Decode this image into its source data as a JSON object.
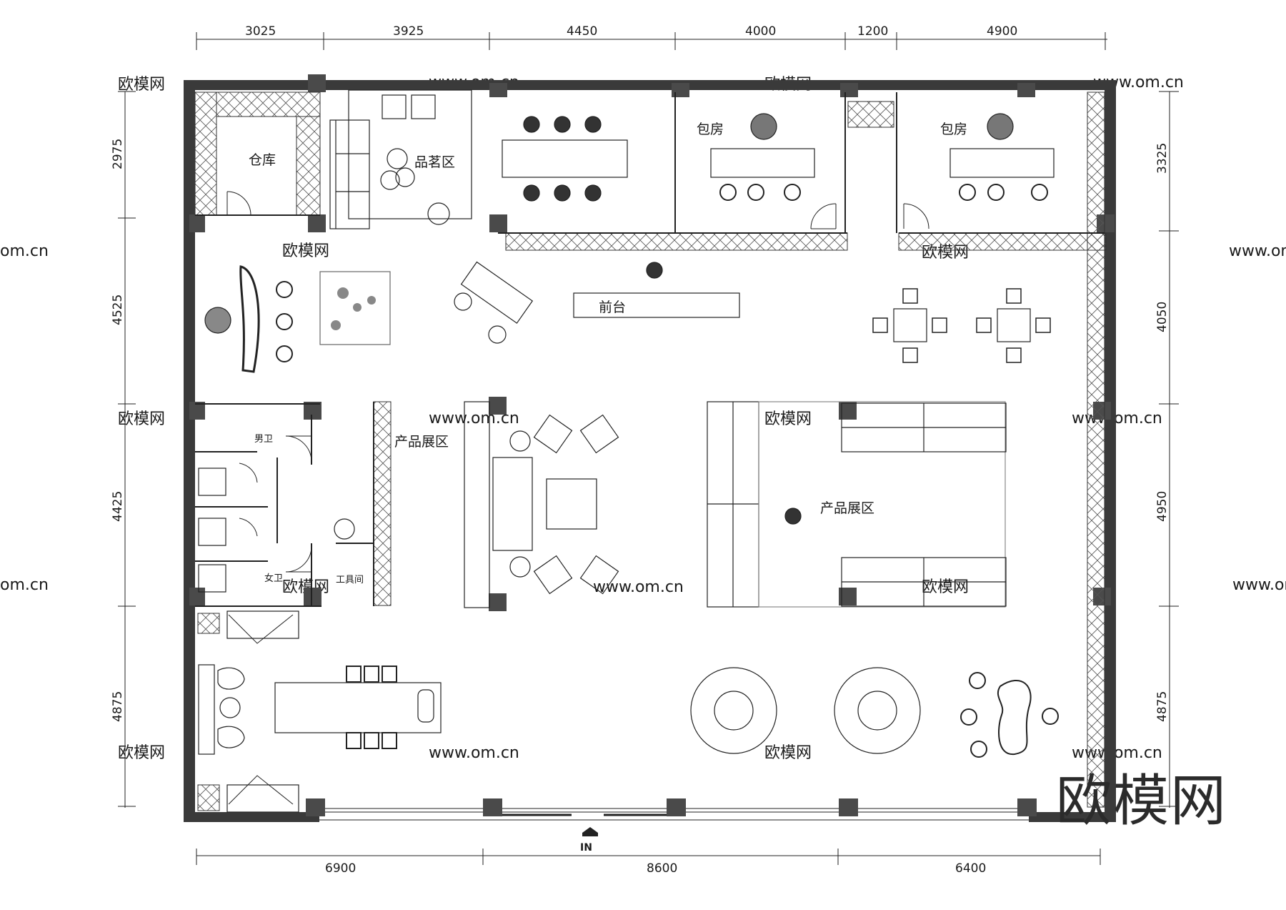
{
  "drawing": {
    "dimensions_top": [
      "3025",
      "3925",
      "4450",
      "4000",
      "1200",
      "4900"
    ],
    "dimensions_bottom": [
      "6900",
      "8600",
      "6400"
    ],
    "dimensions_left": [
      "2975",
      "4525",
      "4425",
      "4875"
    ],
    "dimensions_right": [
      "3325",
      "4050",
      "4950",
      "4875"
    ],
    "rooms": {
      "warehouse": "仓库",
      "tea_area": "品茗区",
      "private_room_1": "包房",
      "private_room_2": "包房",
      "reception": "前台",
      "product_display_left": "产品展区",
      "product_display_right": "产品展区",
      "mens_restroom": "男卫",
      "womens_restroom": "女卫",
      "tool_room": "工具间"
    },
    "entrance": "IN",
    "watermarks": [
      "欧模网",
      "www.om.cn",
      "om.cn"
    ],
    "logo": "欧模网"
  }
}
